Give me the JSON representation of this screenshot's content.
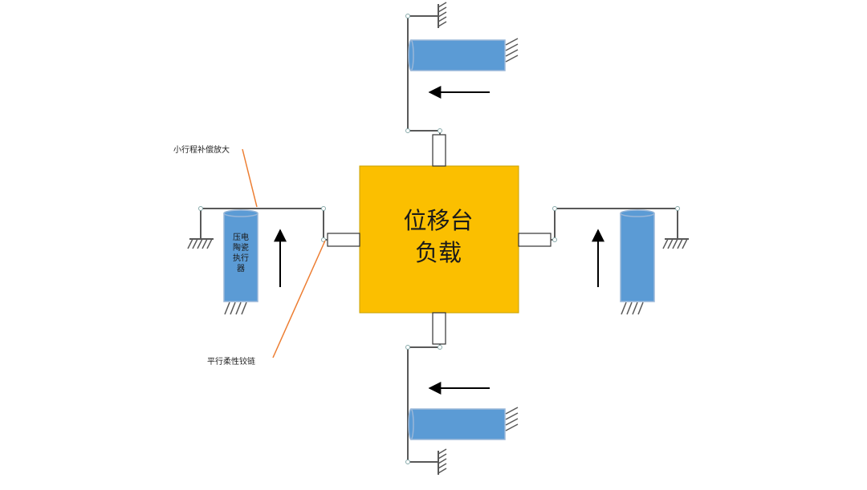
{
  "diagram": {
    "center_block": {
      "line1": "位移台",
      "line2": "负载"
    },
    "annotations": {
      "top_left": "小行程补偿放大",
      "bottom_left": "平行柔性铰链",
      "actuator_label_lines": [
        "压电",
        "陶瓷",
        "执行",
        "器"
      ]
    },
    "colors": {
      "stage": "#FBBF00",
      "actuator": "#5B9BD5",
      "lines": "#595959",
      "leader": "#ED7D31",
      "arrow": "#000000"
    }
  }
}
